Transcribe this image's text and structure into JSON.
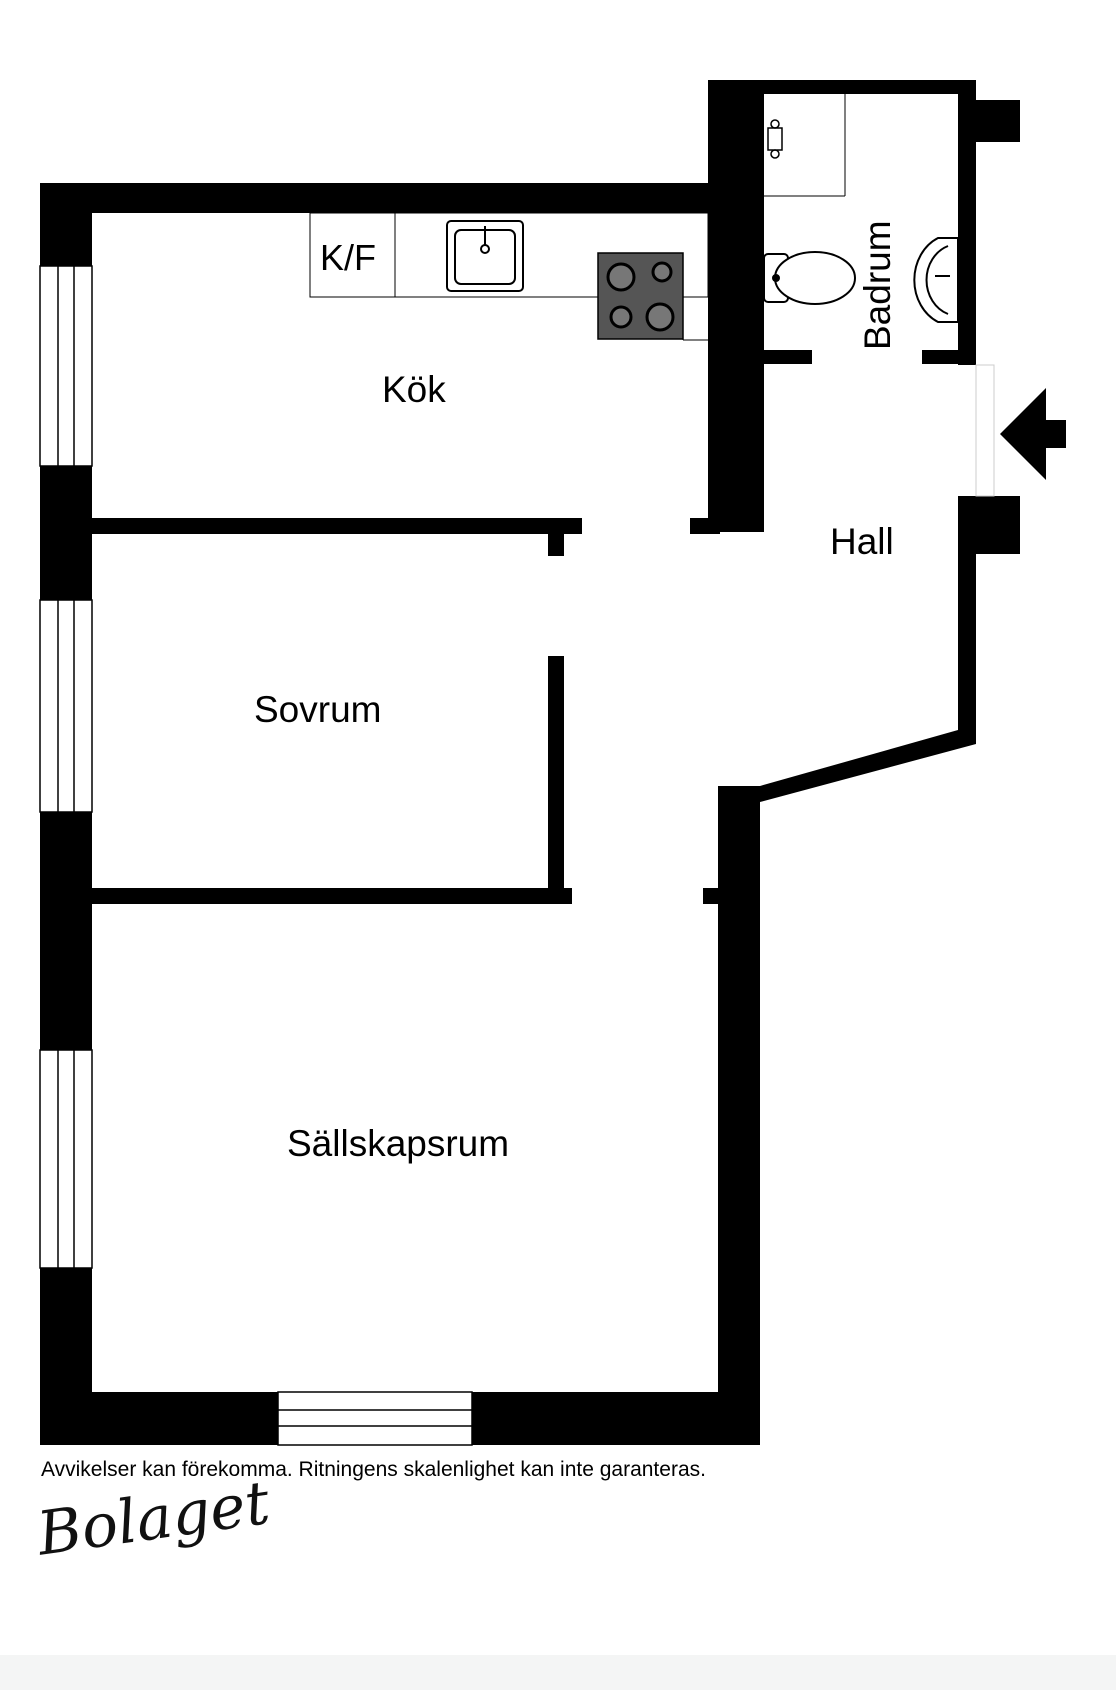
{
  "rooms": {
    "kok": "Kök",
    "badrum": "Badrum",
    "hall": "Hall",
    "sovrum": "Sovrum",
    "sallskapsrum": "Sällskapsrum"
  },
  "fixtures": {
    "fridge_freezer": "K/F"
  },
  "footer": {
    "disclaimer": "Avvikelser kan förekomma. Ritningens skalenlighet kan inte garanteras.",
    "logo": "Bolaget"
  },
  "icons": {
    "entrance": "entrance-arrow-icon",
    "sink": "kitchen-sink-icon",
    "stove": "stove-icon",
    "toilet": "toilet-icon",
    "washbasin": "washbasin-icon",
    "shower_mixer": "shower-mixer-icon"
  },
  "colors": {
    "wall": "#000000",
    "stove": "#555555",
    "background": "#ffffff"
  }
}
